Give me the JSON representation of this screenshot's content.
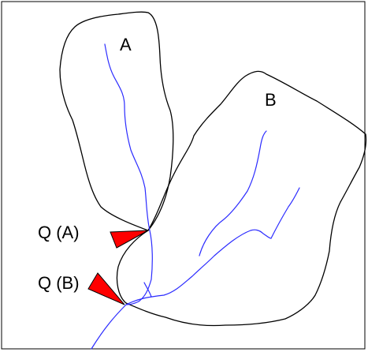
{
  "labels": {
    "basin_a": "A",
    "basin_b": "B",
    "outlet_a": "Q (A)",
    "outlet_b": "Q (B)"
  },
  "colors": {
    "basin_outline": "#000000",
    "river": "#2b2bff",
    "gauge": "#ff0000",
    "background": "#ffffff"
  }
}
